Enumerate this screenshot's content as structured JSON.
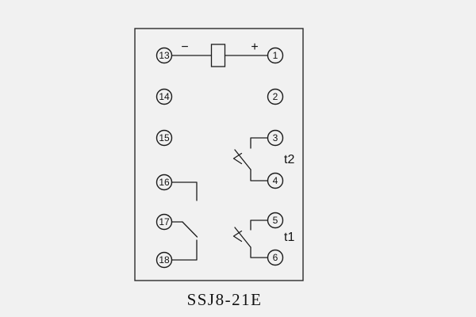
{
  "title": "SSJ8-21E",
  "polarity": {
    "minus": "−",
    "plus": "+"
  },
  "terminals": {
    "left": [
      "13",
      "14",
      "15",
      "16",
      "17",
      "18"
    ],
    "right": [
      "1",
      "2",
      "3",
      "4",
      "5",
      "6"
    ]
  },
  "labels": {
    "t2": "t2",
    "t1": "t1"
  }
}
